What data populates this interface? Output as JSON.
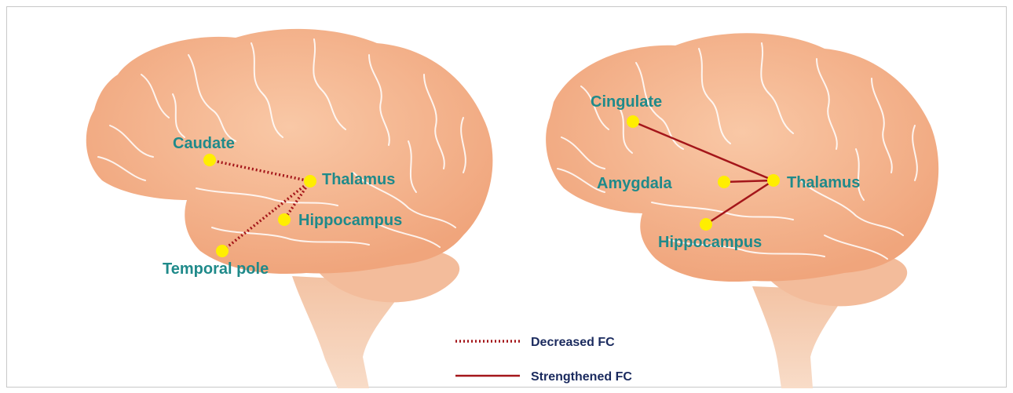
{
  "left_brain": {
    "regions": {
      "caudate": "Caudate",
      "thalamus": "Thalamus",
      "hippocampus": "Hippocampus",
      "temporal_pole": "Temporal pole"
    }
  },
  "right_brain": {
    "regions": {
      "cingulate": "Cingulate",
      "amygdala": "Amygdala",
      "thalamus": "Thalamus",
      "hippocampus": "Hippocampus"
    }
  },
  "legend": {
    "decreased": "Decreased FC",
    "strengthened": "Strengthened FC"
  },
  "colors": {
    "brain_fill": "#f4b38e",
    "brain_edge": "#e8a07a",
    "stem_fill": "#f6cdb3",
    "node_fill": "#ffee00",
    "connection": "#a4161a",
    "label_text": "#1f8a8a",
    "legend_text": "#1a2a5e"
  }
}
